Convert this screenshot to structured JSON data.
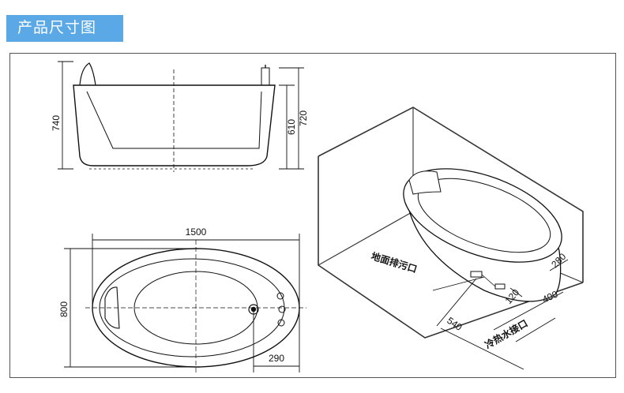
{
  "header": {
    "title": "产品尺寸图"
  },
  "side_view": {
    "overall_height": "740",
    "rim_height": "610",
    "total_height": "720"
  },
  "top_view": {
    "length": "1500",
    "width": "800",
    "drain_offset": "290"
  },
  "iso_view": {
    "floor_drain_label": "地面排污口",
    "water_inlet_label": "冷热水接口",
    "dim_540": "540",
    "dim_400": "400",
    "dim_280": "280",
    "dim_120": "120"
  },
  "colors": {
    "header_bg": "#5aa9e6",
    "line": "#111111",
    "wall": "#333333"
  }
}
